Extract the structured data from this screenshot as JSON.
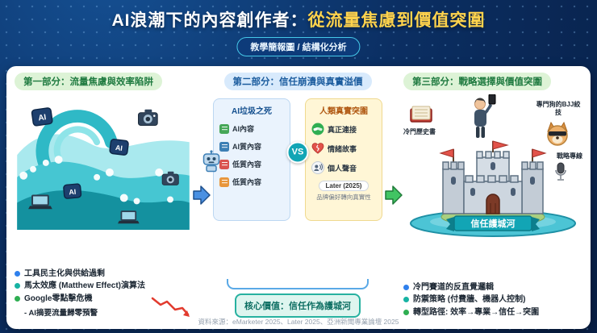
{
  "header": {
    "title_main": "AI浪潮下的內容創作者：",
    "title_highlight": "從流量焦慮到價值突圍",
    "badge": "教學簡報圖 / 結構化分析"
  },
  "part1": {
    "title": "第一部分：流量焦慮與效率陷阱",
    "ai_cube": "AI",
    "bullets": [
      "工具民主化與供給過剩",
      "馬太效應 (Matthew Effect)演算法",
      "Google零點擊危機"
    ],
    "sub_bullet": "- AI摘要流量歸零預警"
  },
  "part2": {
    "title": "第二部分：信任崩潰與真實溢價",
    "left_card": {
      "title": "AI垃圾之死",
      "items": [
        "AI內容",
        "AI質內容",
        "低質內容",
        "低質內容"
      ]
    },
    "vs": "VS",
    "right_card": {
      "title": "人類真實突圍",
      "items": [
        "真正連接",
        "情緒故事",
        "個人聲音"
      ],
      "badge": "Later (2025)",
      "caption": "品牌偏好轉向真實性"
    },
    "core_value": "核心價值：信任作為護城河"
  },
  "part3": {
    "title": "第三部分：戰略選擇與價值突圍",
    "labels": {
      "book": "冷門歷史書",
      "dog": "專門狗的BJJ絞技",
      "mic": "戰略專線"
    },
    "moat_banner": "信任護城河",
    "bullets": [
      "冷門賽道的反直覺邏輯",
      "防禦策略 (付費牆、機器人控制)",
      "轉型路徑: 效率→專業→信任→突圍"
    ]
  },
  "footer": "資料來源：eMarketer 2025、Later 2025、亞洲新聞專業論壇 2025",
  "colors": {
    "accent_yellow": "#ffd34d",
    "teal": "#12a5b5",
    "green": "#2fae52",
    "blue": "#2f80ed",
    "alert_red": "#e23b2e"
  }
}
